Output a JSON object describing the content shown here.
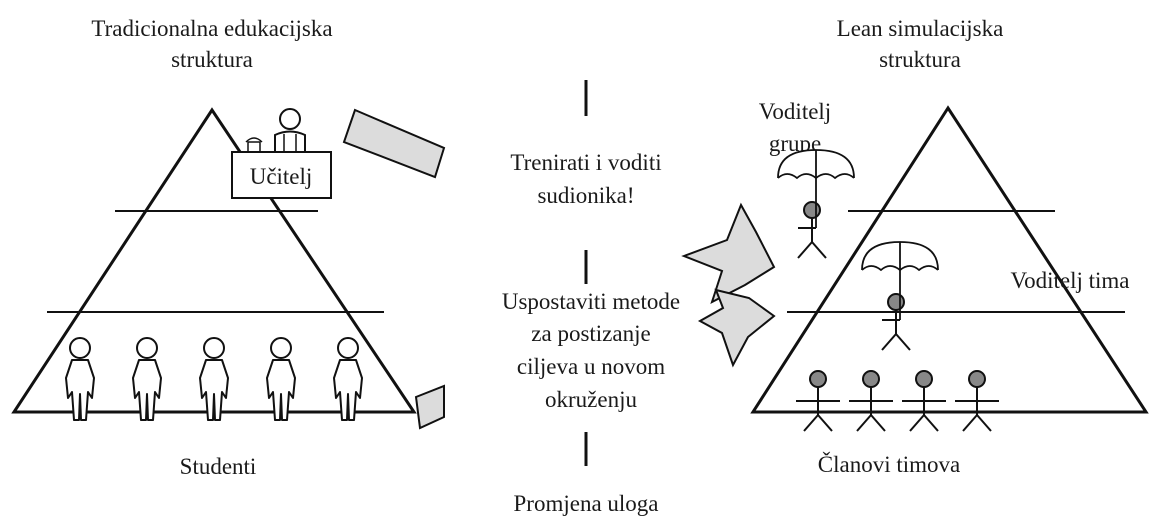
{
  "left": {
    "title_line1": "Tradicionalna edukacijska",
    "title_line2": "struktura",
    "teacher_label": "Učitelj",
    "bottom_label": "Studenti"
  },
  "middle": {
    "text1_line1": "Trenirati i voditi",
    "text1_line2": "sudionika!",
    "text2_line1": "Uspostaviti metode",
    "text2_line2": "za postizanje",
    "text2_line3": "ciljeva u novom",
    "text2_line4": "okruženju",
    "bottom_label": "Promjena uloga"
  },
  "right": {
    "title_line1": "Lean simulacijska",
    "title_line2": "struktura",
    "group_leader_line1": "Voditelj",
    "group_leader_line2": "grupe",
    "team_leader_label": "Voditelj tima",
    "bottom_label": "Članovi timova"
  }
}
